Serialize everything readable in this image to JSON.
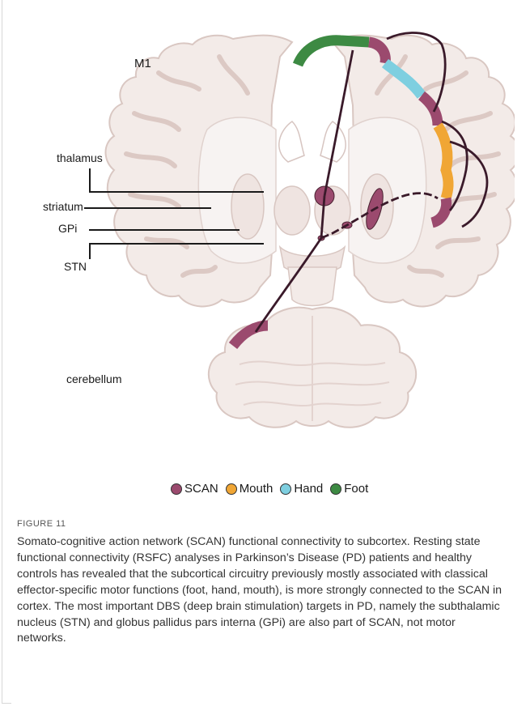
{
  "labels": {
    "m1": "M1",
    "thalamus": "thalamus",
    "striatum": "striatum",
    "gpi": "GPi",
    "stn": "STN",
    "cerebellum": "cerebellum"
  },
  "legend": [
    {
      "label": "SCAN",
      "color": "#9b4a6e"
    },
    {
      "label": "Mouth",
      "color": "#f0a635"
    },
    {
      "label": "Hand",
      "color": "#7ecfe0"
    },
    {
      "label": "Foot",
      "color": "#3d8a43"
    }
  ],
  "figure_label": "FIGURE 11",
  "caption": "Somato-cognitive action network (SCAN) functional connectivity to subcortex. Resting state functional connectivity (RSFC) analyses in Parkinson’s Disease (PD) patients and healthy controls has revealed that the subcortical circuitry previously mostly associated with classical effector-specific motor functions (foot, hand, mouth), is more strongly connected to the SCAN in cortex. The most important DBS (deep brain stimulation) targets in PD, namely the subthalamic nucleus (STN) and globus pallidus pars interna (GPi) are also part of SCAN, not motor networks."
}
